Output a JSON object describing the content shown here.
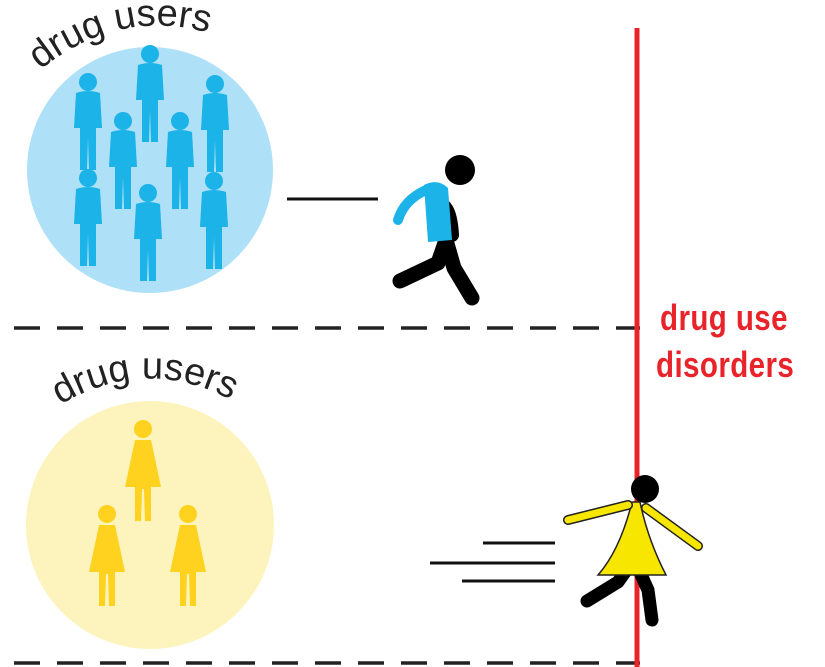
{
  "groups": [
    {
      "label": "drug users",
      "circle_color": "#aee0f7",
      "figure_color": "#1bb3e8",
      "figure_type": "person-icon"
    },
    {
      "label": "drug users",
      "circle_color": "#fdf4bd",
      "figure_color": "#ffd21f",
      "figure_type": "woman-icon"
    }
  ],
  "threshold": {
    "label_line1": "drug use",
    "label_line2": "disorders",
    "color": "#e8232a"
  },
  "runners": {
    "top_shirt_color": "#1bb3e8",
    "bottom_dress_color": "#f7e600"
  }
}
